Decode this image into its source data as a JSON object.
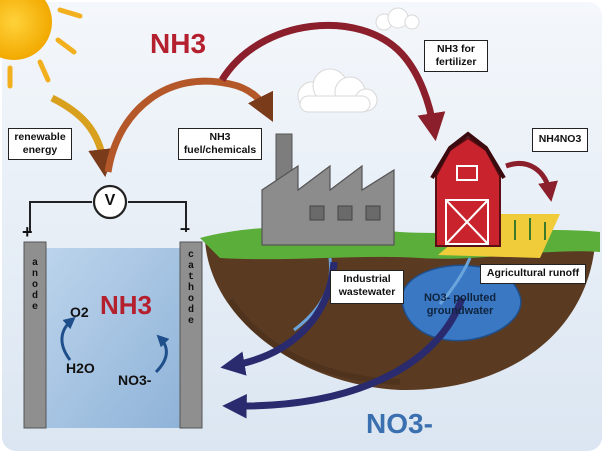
{
  "labels": {
    "renewable_energy": "renewable energy",
    "nh3_top": "NH3",
    "nh3_fuel": "NH3 fuel/chemicals",
    "nh3_fertilizer": "NH3 for fertilizer",
    "nh4no3": "NH4NO3",
    "voltmeter": "V",
    "plus": "+",
    "minus": "–",
    "anode": "anode",
    "cathode": "cathode",
    "cell_nh3": "NH3",
    "o2": "O2",
    "h2o": "H2O",
    "no3_cell": "NO3-",
    "industrial_wastewater": "Industrial wastewater",
    "agricultural_runoff": "Agricultural runoff",
    "no3_groundwater": "NO3- polluted groundwater",
    "no3_bottom": "NO3-"
  },
  "colors": {
    "nh3_red": "#b5202e",
    "no3_blue": "#3a6fb0",
    "arrow_red": "#8b1f2b",
    "arrow_orange": "#c0602a",
    "arrow_navy": "#2a2a6e",
    "cell_blue": "#a9c7e4",
    "grass": "#5cae3a",
    "soil": "#5b3a22",
    "sky": "#e6eef7"
  }
}
